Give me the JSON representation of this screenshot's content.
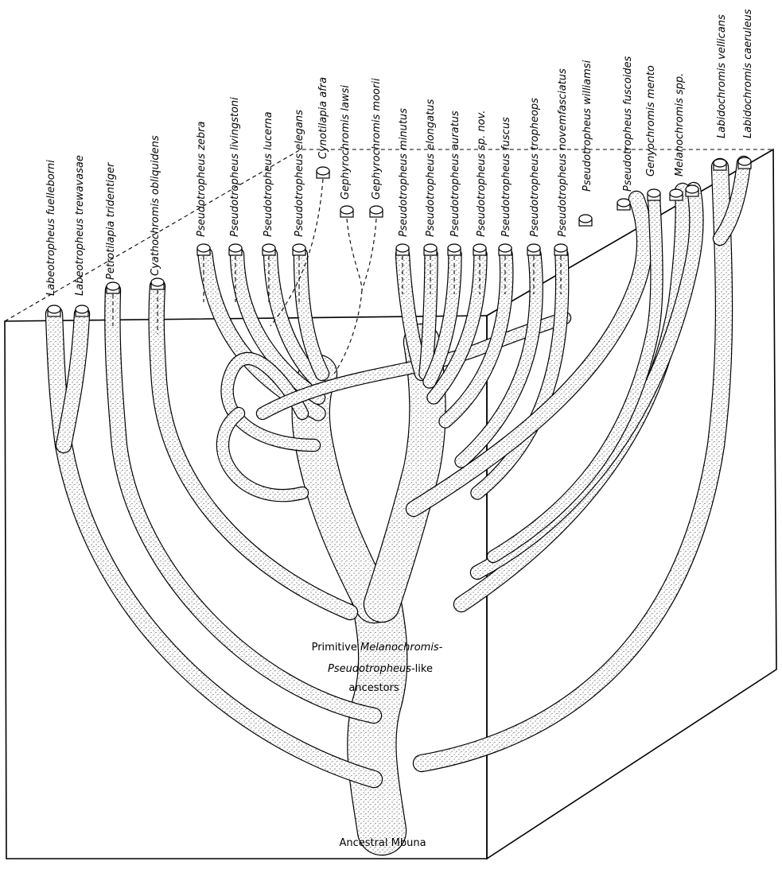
{
  "diagram": {
    "taxa": [
      {
        "id": "lfue",
        "label": "Labeotropheus fuelleborni"
      },
      {
        "id": "ltre",
        "label": "Labeotropheus trewavasae"
      },
      {
        "id": "ptri",
        "label": "Petrotilapia tridentiger"
      },
      {
        "id": "cobl",
        "label": "Cyathochromis obliquidens"
      },
      {
        "id": "pzeb",
        "label": "Pseudotropheus zebra"
      },
      {
        "id": "pliv",
        "label": "Pseudotropheus livingstoni"
      },
      {
        "id": "pluc",
        "label": "Pseudotropheus lucerna"
      },
      {
        "id": "pele",
        "label": "Pseudotropheus elegans"
      },
      {
        "id": "cafr",
        "label": "Cynotilapia afra"
      },
      {
        "id": "glaw",
        "label": "Gephyrochromis lawsi"
      },
      {
        "id": "gmoo",
        "label": "Gephyrochromis moorii"
      },
      {
        "id": "pmin",
        "label": "Pseudotropheus minutus"
      },
      {
        "id": "pelo",
        "label": "Pseudotropheus elongatus"
      },
      {
        "id": "paur",
        "label": "Pseudotropheus auratus"
      },
      {
        "id": "pspn",
        "label": "Pseudotropheus sp. nov."
      },
      {
        "id": "pfus",
        "label": "Pseudotropheus fuscus"
      },
      {
        "id": "ptro",
        "label": "Pseudotropheus tropheops"
      },
      {
        "id": "pnov",
        "label": "Pseudotropheus novemfasciatus"
      },
      {
        "id": "pwil",
        "label": "Pseudotropheus williamsi"
      },
      {
        "id": "pfsc",
        "label": "Pseudotropheus fuscoides"
      },
      {
        "id": "gmen",
        "label": "Genyochromis mento"
      },
      {
        "id": "mspp",
        "label": "Melanochromis spp."
      },
      {
        "id": "lvel",
        "label": "Labidochromis vellicans"
      },
      {
        "id": "lcae",
        "label": "Labidochromis caeruleus"
      }
    ],
    "nodes": {
      "primitive_line1_a": "Primitive ",
      "primitive_line1_b": "Melanochromis",
      "primitive_line1_c": "-",
      "primitive_line2_a": "Pseudotropheus",
      "primitive_line2_b": "-like",
      "primitive_line3": "ancestors",
      "root": "Ancestral Mbuna"
    }
  }
}
